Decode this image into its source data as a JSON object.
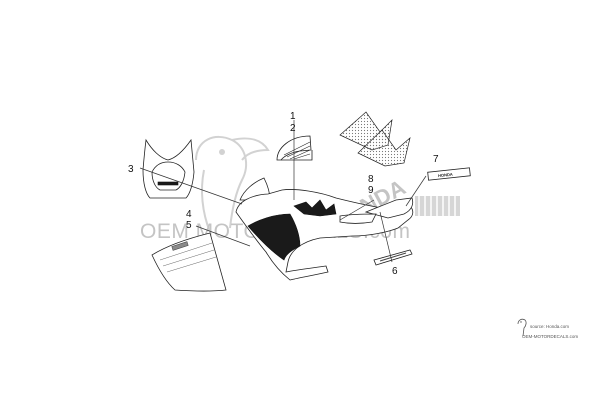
{
  "diagram": {
    "callouts": [
      {
        "id": "c1",
        "label": "1"
      },
      {
        "id": "c2",
        "label": "2"
      },
      {
        "id": "c3",
        "label": "3"
      },
      {
        "id": "c4",
        "label": "4"
      },
      {
        "id": "c5",
        "label": "5"
      },
      {
        "id": "c6",
        "label": "6"
      },
      {
        "id": "c7",
        "label": "7"
      },
      {
        "id": "c8",
        "label": "8"
      },
      {
        "id": "c9",
        "label": "9"
      }
    ],
    "decal_text": {
      "honda": "HONDA"
    }
  },
  "watermark": {
    "site": "OEM MOTORDECALS.com",
    "brand": "HONDA"
  },
  "footer": {
    "source": "source: Honda.com",
    "site": "OEM-MOTORDECALS.com"
  }
}
